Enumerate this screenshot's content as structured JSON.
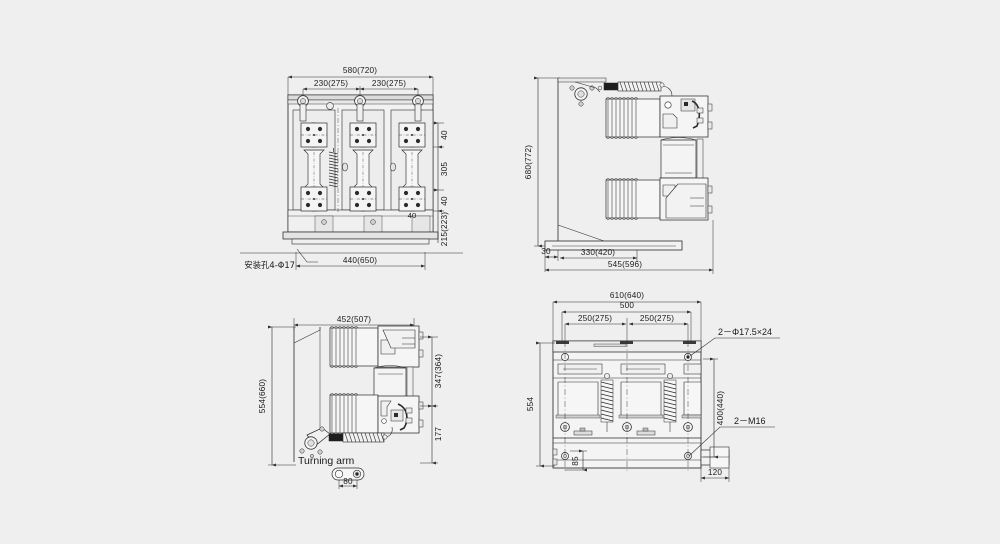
{
  "sheet": {
    "background_color": "#efefef",
    "line_color": "#2b2b2b",
    "fill_light": "#f7f7f7",
    "fill_mid": "#e2e2e2",
    "fill_dark": "#c9c9c9",
    "title": ""
  },
  "views": {
    "top_left": {
      "name": "front-view",
      "dimensions": {
        "overall_width": "580(720)",
        "pole_spacing_left": "230(275)",
        "pole_spacing_right": "230(275)",
        "base_width": "440(650)",
        "top_gap": "40",
        "mid_height": "305",
        "lower_gap": "40",
        "base_height": "215(223)",
        "detail_40": "40"
      },
      "annotations": {
        "mounting_hole": "安装孔4-Φ17"
      }
    },
    "top_right": {
      "name": "side-view",
      "dimensions": {
        "overall_height": "680(772)",
        "base_offset": "30",
        "base_length": "330(420)",
        "overall_depth": "545(596)"
      }
    },
    "bottom_left": {
      "name": "side-view-mirrored",
      "dimensions": {
        "overall_width": "452(507)",
        "overall_height": "554(660)",
        "upper_height": "347(364)",
        "lower_height": "177",
        "detail_width": "80"
      },
      "annotations": {
        "turning_arm": "Turning arm"
      }
    },
    "bottom_right": {
      "name": "top-view",
      "dimensions": {
        "overall_width": "610(640)",
        "inner_width": "500",
        "pole_spacing_left": "250(275)",
        "pole_spacing_right": "250(275)",
        "overall_height": "554",
        "inner_height": "400(440)",
        "bottom_offset": "85",
        "flange_width": "120"
      },
      "annotations": {
        "hole_spec": "2－Φ17.5×24",
        "thread_spec": "2－M16"
      }
    }
  }
}
